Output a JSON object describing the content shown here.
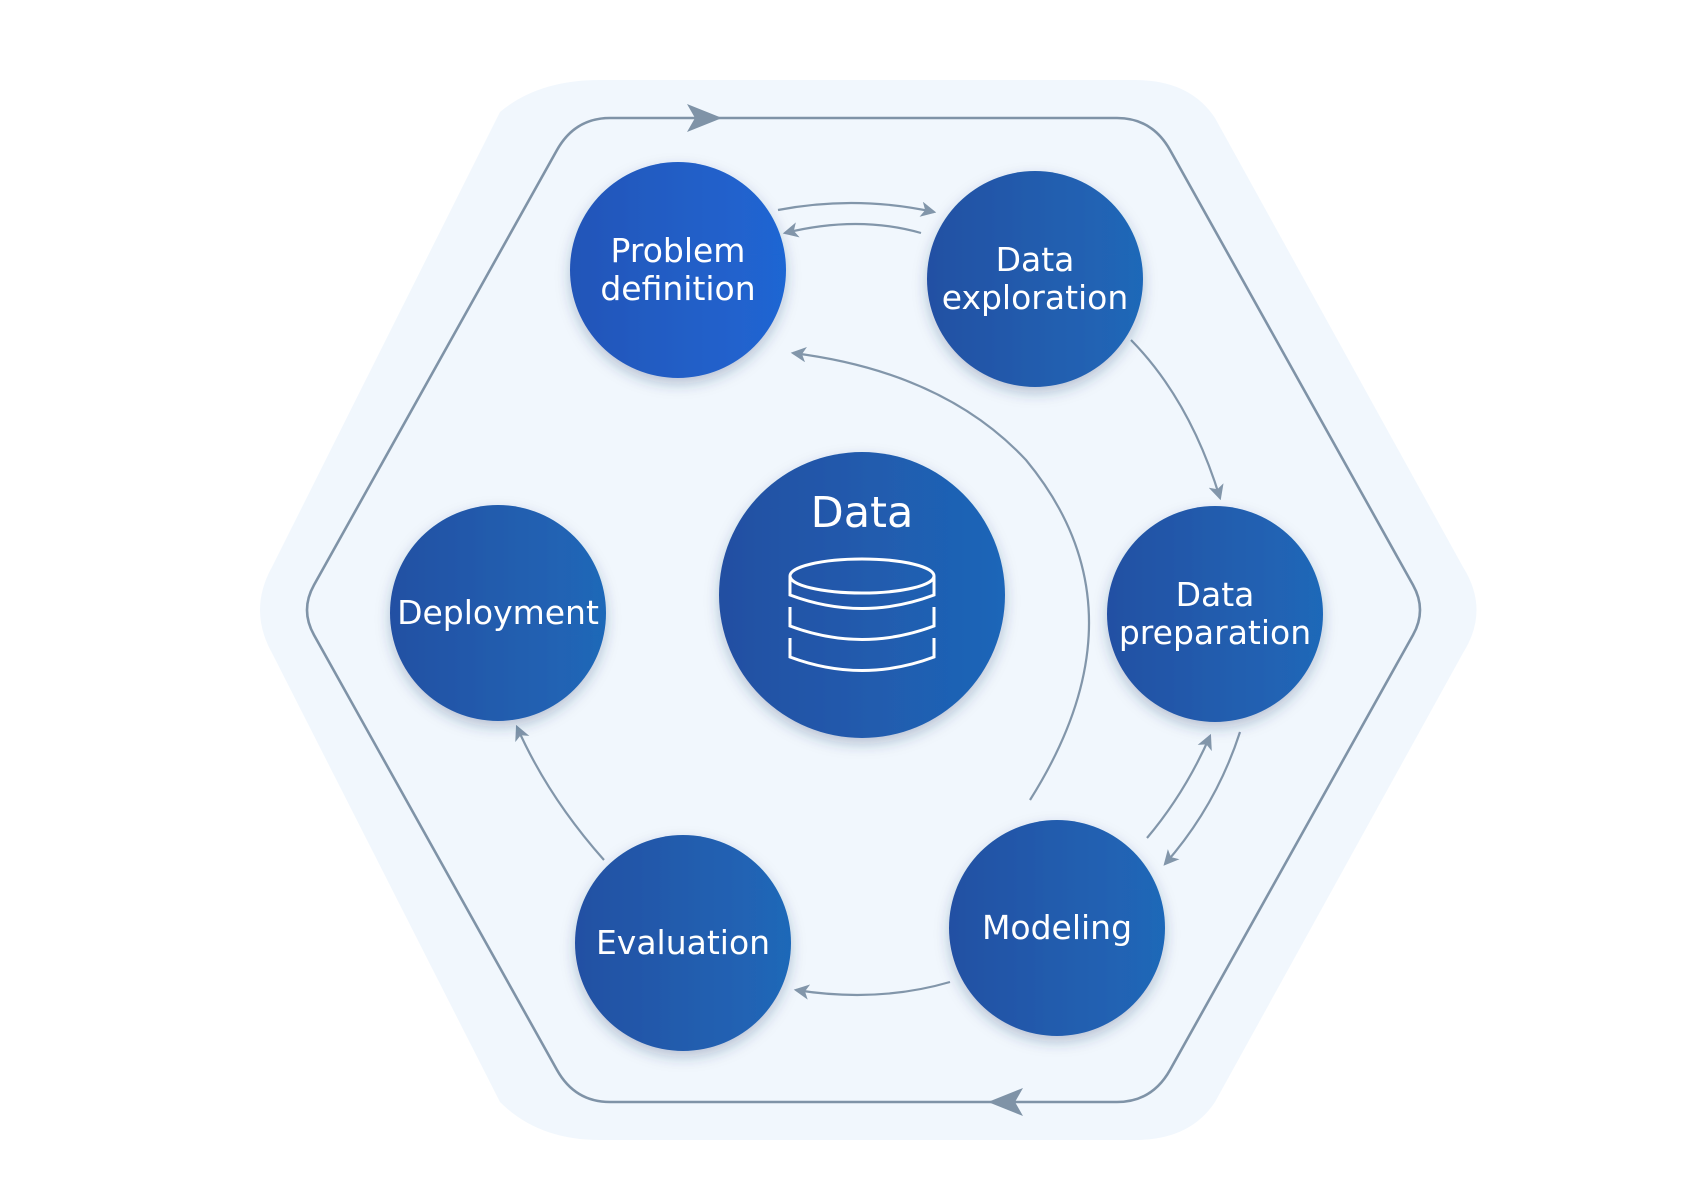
{
  "diagram": {
    "title": "",
    "center": {
      "label": "Data",
      "icon": "database-icon"
    },
    "stages": [
      {
        "id": "problem-definition",
        "lines": [
          "Problem",
          "definition"
        ]
      },
      {
        "id": "data-exploration",
        "lines": [
          "Data",
          "exploration"
        ]
      },
      {
        "id": "data-preparation",
        "lines": [
          "Data",
          "preparation"
        ]
      },
      {
        "id": "modeling",
        "lines": [
          "Modeling"
        ]
      },
      {
        "id": "evaluation",
        "lines": [
          "Evaluation"
        ]
      },
      {
        "id": "deployment",
        "lines": [
          "Deployment"
        ]
      }
    ],
    "colors": {
      "node_dark": "#2450a3",
      "node_mid": "#2360b6",
      "node_light": "#1f63c8",
      "node_bright": "#1f66d3",
      "arrow": "#8296aa",
      "outer_line": "#7f93a7",
      "hexagon_fill": "#f1f7fd",
      "background": "#ffffff"
    }
  }
}
